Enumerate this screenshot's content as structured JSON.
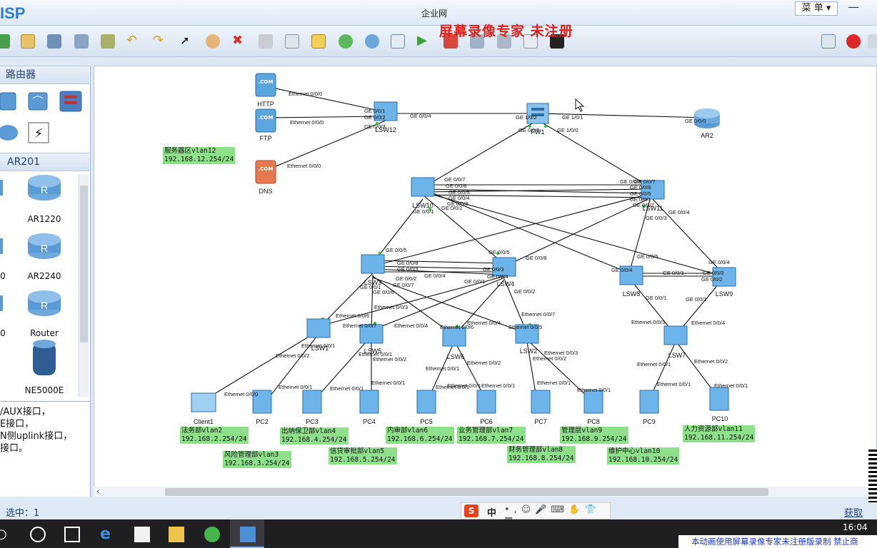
{
  "window": {
    "app_logo": "ISP",
    "title": "企业网",
    "menu_label": "菜 单",
    "min_label": "▾",
    "minimize_label": "—"
  },
  "watermark": "屏幕录像专家 未注册",
  "left_panel": {
    "header_router": "路由器",
    "header_ar": "AR201",
    "devices": [
      {
        "label": "AR1220"
      },
      {
        "label": "AR2240"
      },
      {
        "label": "Router"
      },
      {
        "label": "NE5000E"
      }
    ],
    "partial_labels": [
      "0",
      "0"
    ],
    "desc_lines": [
      "/AUX接口，",
      "E接口，",
      "N侧uplink接口，",
      "接口。"
    ]
  },
  "status": {
    "selected": "选中：1",
    "right_link": "获取"
  },
  "taskbar": {
    "time": "16:04",
    "marquee": "本动画使用屏幕录像专家未注册版录制  禁止商",
    "ime_label": "中"
  },
  "topology": {
    "nodes": [
      {
        "id": "HTTP",
        "label": "HTTP"
      },
      {
        "id": "FTP",
        "label": "FTP"
      },
      {
        "id": "DNS",
        "label": "DNS"
      },
      {
        "id": "LSW12",
        "label": "LSW12"
      },
      {
        "id": "FW1",
        "label": "FW1"
      },
      {
        "id": "AR2",
        "label": "AR2"
      },
      {
        "id": "LSW10",
        "label": "LSW10"
      },
      {
        "id": "LSW11",
        "label": "LSW11"
      },
      {
        "id": "LSW3",
        "label": "LSW3"
      },
      {
        "id": "LSW4",
        "label": "LSW4"
      },
      {
        "id": "LSW8",
        "label": "LSW8"
      },
      {
        "id": "LSW9",
        "label": "LSW9"
      },
      {
        "id": "LSW1",
        "label": "LSW1"
      },
      {
        "id": "LSW5",
        "label": "LSW5"
      },
      {
        "id": "LSW6",
        "label": "LSW6"
      },
      {
        "id": "LSW2",
        "label": "LSW2"
      },
      {
        "id": "LSW7",
        "label": "LSW7"
      },
      {
        "id": "Client1",
        "label": "Client1"
      },
      {
        "id": "PC2",
        "label": "PC2"
      },
      {
        "id": "PC3",
        "label": "PC3"
      },
      {
        "id": "PC4",
        "label": "PC4"
      },
      {
        "id": "PC5",
        "label": "PC5"
      },
      {
        "id": "PC6",
        "label": "PC6"
      },
      {
        "id": "PC7",
        "label": "PC7"
      },
      {
        "id": "PC8",
        "label": "PC8"
      },
      {
        "id": "PC9",
        "label": "PC9"
      },
      {
        "id": "PC10",
        "label": "PC10"
      }
    ],
    "ports": [
      "Ethernet 0/0/0",
      "Ethernet 0/0/0",
      "Ethernet 0/0/0",
      "GE 0/0/1",
      "GE 0/0/2",
      "GE 0/0/3",
      "GE 0/0/4",
      "GE 1/0/2",
      "GE 1/0/1",
      "GE 1/0/0",
      "GE 0/0/0",
      "GE 0/0/0",
      "GE 0/0/7",
      "GE 0/0/6",
      "GE 0/0/5",
      "GE 0/0/4",
      "GE 0/0/3",
      "GE 0/0/2",
      "GE 0/0/1",
      "GE 0/0/8",
      "GE 0/0/7",
      "GE 0/0/6",
      "GE 0/0/5",
      "GE 0/0/4",
      "GE 0/0/3",
      "GE 0/0/2",
      "GE 0/0/1",
      "GE 0/0/5",
      "GE 0/0/8",
      "GE 0/0/3",
      "GE 0/0/4",
      "GE 0/0/2",
      "GE 0/0/1",
      "GE 0/0/7",
      "GE 0/0/6",
      "GE 0/0/5",
      "GE 0/0/8",
      "GE 0/0/3",
      "GE 0/0/4",
      "GE 0/0/1",
      "GE 0/0/2",
      "GE 0/0/5",
      "GE 0/0/4",
      "GE 0/0/3",
      "GE 0/0/1",
      "GE 0/0/4",
      "GE 0/0/3",
      "GE 0/0/2",
      "GE 0/0/1",
      "Ethernet 0/0/6",
      "Ethernet 0/0/7",
      "Ethernet 0/0/3",
      "Ethernet 0/0/4",
      "Ethernet 0/0/4",
      "Ethernet 0/0/5",
      "Ethernet 0/0/7",
      "Ethernet 0/0/6",
      "Ethernet 0/0/3",
      "Ethernet 0/0/4",
      "Ethernet 0/0/1",
      "Ethernet 0/0/2",
      "Ethernet 0/0/1",
      "Ethernet 0/0/2",
      "Ethernet 0/0/1",
      "Ethernet 0/0/2",
      "Ethernet 0/0/3",
      "Ethernet 0/0/2",
      "Ethernet 0/0/1",
      "Ethernet 0/0/2",
      "Ethernet 0/0/0",
      "Ethernet 0/0/1",
      "Ethernet 0/0/1",
      "Ethernet 0/0/1",
      "Ethernet 0/0/1",
      "Ethernet 0/0/1",
      "Ethernet 0/0/1",
      "Ethernet 0/0/1",
      "Ethernet 0/0/1",
      "Ethernet 0/0/1",
      "Ethernet 0/0/1"
    ],
    "vlan_boxes": [
      {
        "line1": "服务器区vlan12",
        "line2": "192.168.12.254/24"
      },
      {
        "line1": "法务部vlan2",
        "line2": "192.168.2.254/24"
      },
      {
        "line1": "风险管理部vlan3",
        "line2": "192.168.3.254/24"
      },
      {
        "line1": "出纳保卫部vlan4",
        "line2": "192.168.4.254/24"
      },
      {
        "line1": "信贷审批部vlan5",
        "line2": "192.168.5.254/24"
      },
      {
        "line1": "内审部vlan6",
        "line2": "192.168.6.254/24"
      },
      {
        "line1": "业务管理部vlan7",
        "line2": "192.168.7.254/24"
      },
      {
        "line1": "财务管理部vlan8",
        "line2": "192.168.8.254/24"
      },
      {
        "line1": "管理层vlan9",
        "line2": "192.168.9.254/24"
      },
      {
        "line1": "维护中心vlan10",
        "line2": "192.168.10.254/24"
      },
      {
        "line1": "人力资源部vlan11",
        "line2": "192.168.11.254/24"
      }
    ]
  },
  "colors": {
    "accent": "#2f7fd0",
    "vlan_bg": "#8fe08a",
    "watermark": "#e0201a"
  }
}
